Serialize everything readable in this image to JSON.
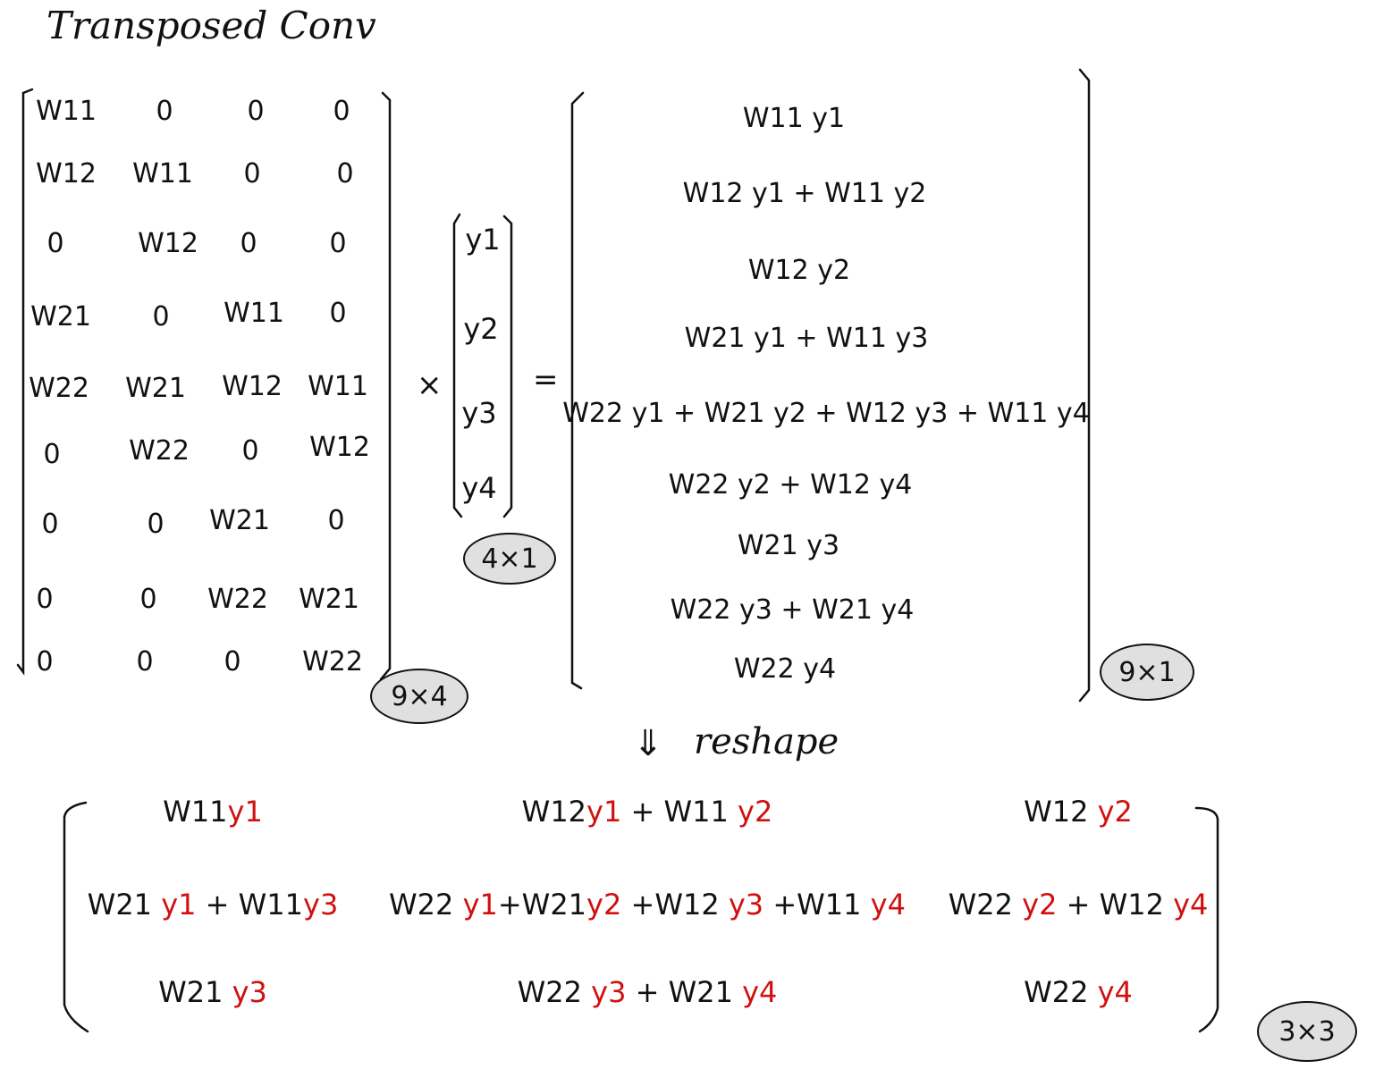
{
  "title": "Transposed Conv",
  "matrix_w": {
    "rows": [
      [
        "W11",
        "0",
        "0",
        "0"
      ],
      [
        "W12",
        "W11",
        "0",
        "0"
      ],
      [
        "0",
        "W12",
        "0",
        "0"
      ],
      [
        "W21",
        "0",
        "W11",
        "0"
      ],
      [
        "W22",
        "W21",
        "W12",
        "W11"
      ],
      [
        "0",
        "W22",
        "0",
        "W12"
      ],
      [
        "0",
        "0",
        "W21",
        "0"
      ],
      [
        "0",
        "0",
        "W22",
        "W21"
      ],
      [
        "0",
        "0",
        "0",
        "W22"
      ]
    ],
    "size": "9×4"
  },
  "times_symbol": "×",
  "vector_y": {
    "items": [
      "y1",
      "y2",
      "y3",
      "y4"
    ],
    "size": "4×1"
  },
  "equals_symbol": "=",
  "result": {
    "items": [
      "W11 y1",
      "W12 y1 + W11 y2",
      "W12 y2",
      "W21 y1 + W11 y3",
      "W22 y1 + W21 y2 + W12 y3 + W11 y4",
      "W22 y2 + W12 y4",
      "W21 y3",
      "W22 y3 + W21 y4",
      "W22 y4"
    ],
    "size": "9×1"
  },
  "reshape": {
    "arrow": "⇓",
    "label": "reshape"
  },
  "final_matrix": {
    "rows": [
      [
        [
          {
            "t": "W11",
            "c": "black"
          },
          {
            "t": "y1",
            "c": "red"
          }
        ],
        [
          {
            "t": "W12",
            "c": "black"
          },
          {
            "t": "y1",
            "c": "red"
          },
          {
            "t": " + W11 ",
            "c": "black"
          },
          {
            "t": "y2",
            "c": "red"
          }
        ],
        [
          {
            "t": "W12 ",
            "c": "black"
          },
          {
            "t": "y2",
            "c": "red"
          }
        ]
      ],
      [
        [
          {
            "t": "W21 ",
            "c": "black"
          },
          {
            "t": "y1",
            "c": "red"
          },
          {
            "t": " + W11",
            "c": "black"
          },
          {
            "t": "y3",
            "c": "red"
          }
        ],
        [
          {
            "t": "W22 ",
            "c": "black"
          },
          {
            "t": "y1",
            "c": "red"
          },
          {
            "t": "+W21",
            "c": "black"
          },
          {
            "t": "y2",
            "c": "red"
          },
          {
            "t": " +W12 ",
            "c": "black"
          },
          {
            "t": "y3",
            "c": "red"
          },
          {
            "t": " +W11 ",
            "c": "black"
          },
          {
            "t": "y4",
            "c": "red"
          }
        ],
        [
          {
            "t": "W22 ",
            "c": "black"
          },
          {
            "t": "y2",
            "c": "red"
          },
          {
            "t": " + W12 ",
            "c": "black"
          },
          {
            "t": "y4",
            "c": "red"
          }
        ]
      ],
      [
        [
          {
            "t": "W21 ",
            "c": "black"
          },
          {
            "t": "y3",
            "c": "red"
          }
        ],
        [
          {
            "t": "W22 ",
            "c": "black"
          },
          {
            "t": "y3",
            "c": "red"
          },
          {
            "t": " + W21 ",
            "c": "black"
          },
          {
            "t": "y4",
            "c": "red"
          }
        ],
        [
          {
            "t": "W22 ",
            "c": "black"
          },
          {
            "t": "y4",
            "c": "red"
          }
        ]
      ]
    ],
    "size": "3×3"
  },
  "colors": {
    "ink": "#111111",
    "highlight": "#d01010",
    "badge_fill": "#e0e0e0"
  }
}
